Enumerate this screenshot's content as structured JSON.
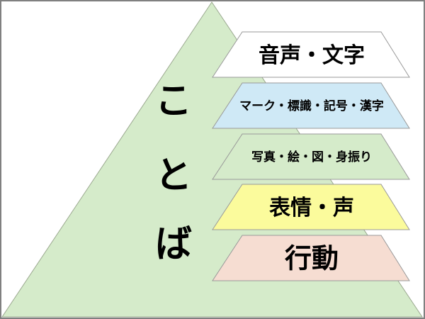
{
  "pyramid": {
    "title_chars": [
      "こ",
      "と",
      "ば"
    ],
    "color": "#d5ebca",
    "layers": [
      {
        "label": "音声・文字",
        "color": "#ffffff"
      },
      {
        "label": "マーク・標識・記号・漢字",
        "color": "#cfe9f6"
      },
      {
        "label": "写真・絵・図・身振り",
        "color": "#d5ebca"
      },
      {
        "label": "表情・声",
        "color": "#fbfb9c"
      },
      {
        "label": "行動",
        "color": "#f6ddd2"
      }
    ]
  }
}
